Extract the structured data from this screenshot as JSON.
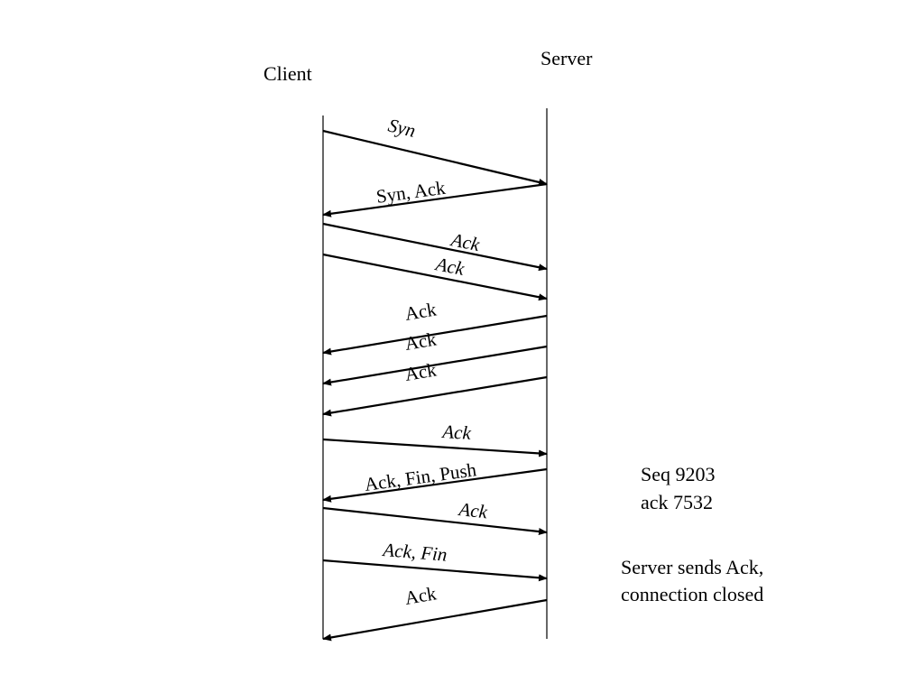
{
  "participants": {
    "client": "Client",
    "server": "Server"
  },
  "messages": [
    {
      "label": "Syn",
      "from": "client",
      "to": "server"
    },
    {
      "label": "Syn, Ack",
      "from": "server",
      "to": "client"
    },
    {
      "label": "Ack",
      "from": "client",
      "to": "server"
    },
    {
      "label": "Ack",
      "from": "client",
      "to": "server"
    },
    {
      "label": "Ack",
      "from": "server",
      "to": "client"
    },
    {
      "label": "Ack",
      "from": "server",
      "to": "client"
    },
    {
      "label": "Ack",
      "from": "server",
      "to": "client"
    },
    {
      "label": "Ack",
      "from": "client",
      "to": "server"
    },
    {
      "label": "Ack, Fin, Push",
      "from": "server",
      "to": "client"
    },
    {
      "label": "Ack",
      "from": "client",
      "to": "server"
    },
    {
      "label": "Ack, Fin",
      "from": "client",
      "to": "server"
    },
    {
      "label": "Ack",
      "from": "server",
      "to": "client"
    }
  ],
  "notes": [
    {
      "line1": "Seq 9203",
      "line2": "ack 7532"
    },
    {
      "line1": "Server sends Ack,",
      "line2": "connection closed"
    }
  ]
}
